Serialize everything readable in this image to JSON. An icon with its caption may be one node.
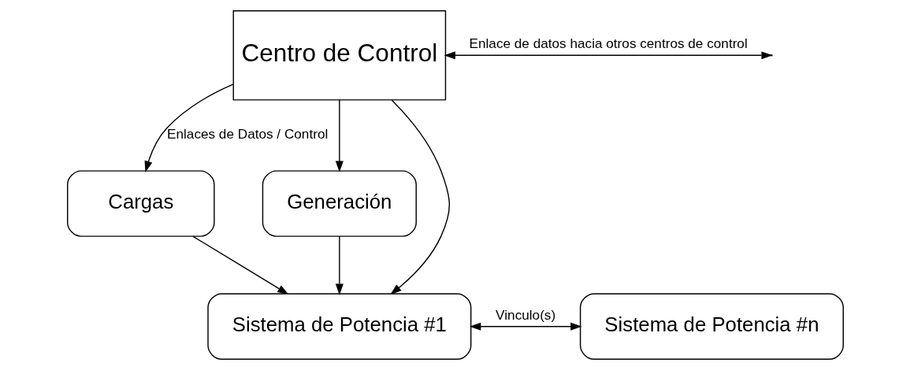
{
  "diagram": {
    "nodes": [
      {
        "text": [
          "Centro de Control"
        ]
      },
      {
        "text": [
          "Cargas"
        ]
      },
      {
        "text": [
          "Generación"
        ]
      },
      {
        "text": [
          "Sistema de Potencia #1"
        ]
      },
      {
        "text": [
          "Sistema de Potencia #n"
        ]
      }
    ],
    "edges": [
      {
        "from": 0,
        "to": 1,
        "arrow": "to",
        "label": "Enlaces de Datos / Control"
      },
      {
        "from": 0,
        "to": 2,
        "arrow": "to"
      },
      {
        "from": 0,
        "to": 3,
        "arrow": "to"
      },
      {
        "from": 1,
        "to": 3,
        "arrow": "to"
      },
      {
        "from": 2,
        "to": 3,
        "arrow": "to"
      },
      {
        "from": 3,
        "to": 4,
        "arrow": "both",
        "label": "Vinculo(s)"
      },
      {
        "from": 0,
        "to": null,
        "arrow": "both",
        "label": "Enlace de datos hacia otros centros de control"
      }
    ]
  }
}
